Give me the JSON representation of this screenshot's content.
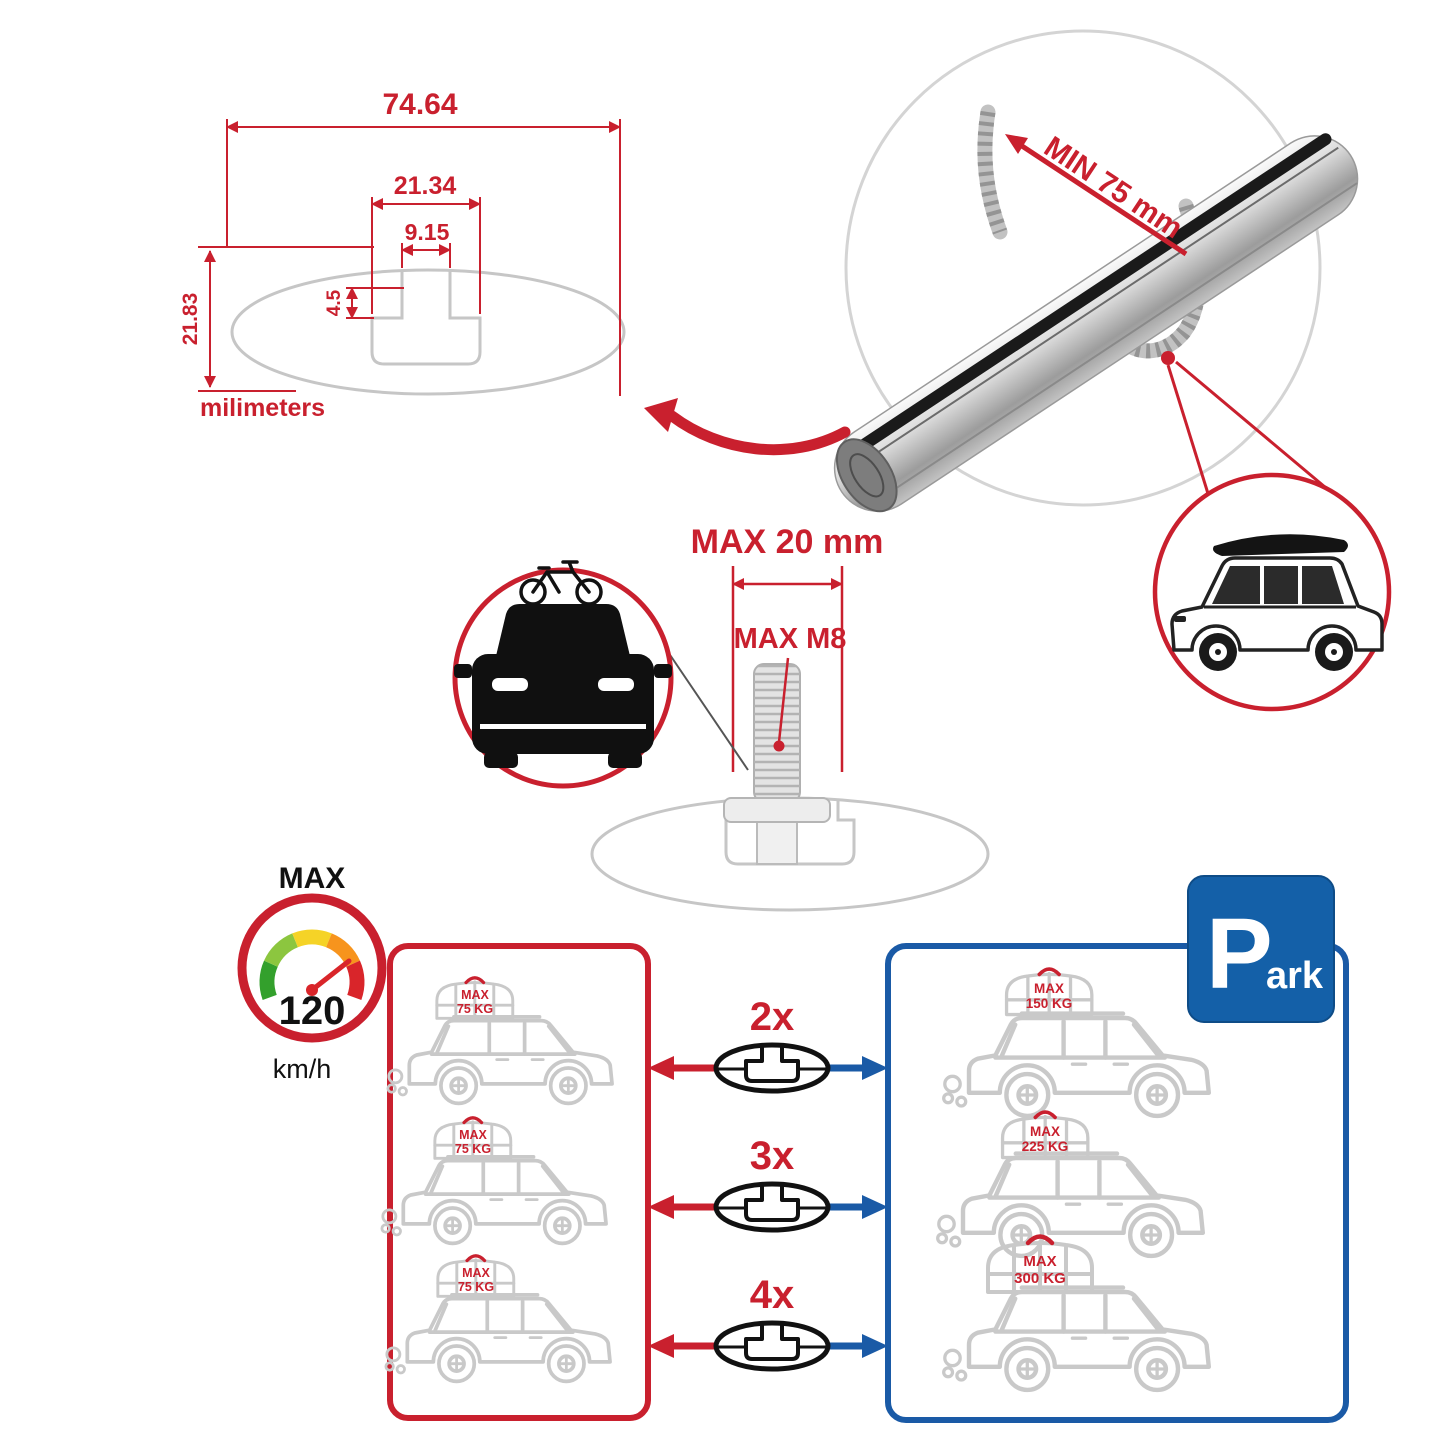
{
  "colors": {
    "red": "#c9202e",
    "blue": "#1a5aa6",
    "gray": "#c6c6c6",
    "black": "#111111"
  },
  "profile_diagram": {
    "dim_total_width": "74.64",
    "dim_cavity_width": "21.34",
    "dim_slot_width": "9.15",
    "dim_lip_height": "4.5",
    "dim_total_height": "21.83",
    "unit_label": "milimeters"
  },
  "bar_annotation": {
    "min_clamp": "MIN 75 mm"
  },
  "bolt_diagram": {
    "max_length": "MAX 20 mm",
    "max_thread": "MAX M8"
  },
  "speed_limit": {
    "label": "MAX",
    "value": "120",
    "unit": "km/h"
  },
  "capacity_red": {
    "cars": [
      {
        "max": "MAX",
        "kg": "75 KG"
      },
      {
        "max": "MAX",
        "kg": "75 KG"
      },
      {
        "max": "MAX",
        "kg": "75 KG"
      }
    ]
  },
  "bar_counts": [
    {
      "label": "2x"
    },
    {
      "label": "3x"
    },
    {
      "label": "4x"
    }
  ],
  "capacity_blue": {
    "cars": [
      {
        "max": "MAX",
        "kg": "150 KG"
      },
      {
        "max": "MAX",
        "kg": "225 KG"
      },
      {
        "max": "MAX",
        "kg": "300 KG"
      }
    ]
  },
  "park_sign": {
    "letter": "P",
    "rest": "ark"
  }
}
